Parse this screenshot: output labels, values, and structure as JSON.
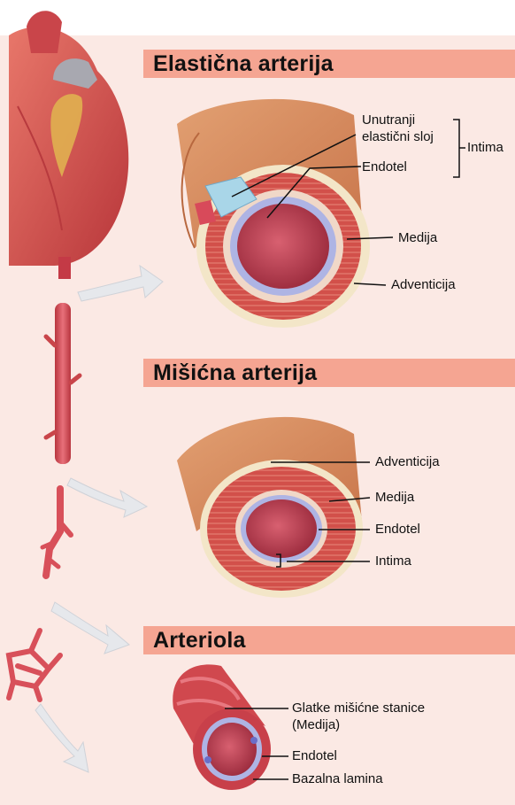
{
  "sections": [
    {
      "title": "Elastična arterija",
      "labels": {
        "inner_elastic_1": "Unutranji",
        "inner_elastic_2": "elastični sloj",
        "intima": "Intima",
        "endotel": "Endotel",
        "medija": "Medija",
        "adventicija": "Adventicija"
      }
    },
    {
      "title": "Mišićna arterija",
      "labels": {
        "adventicija": "Adventicija",
        "medija": "Medija",
        "endotel": "Endotel",
        "intima": "Intima"
      }
    },
    {
      "title": "Arteriola",
      "labels": {
        "glatke_1": "Glatke mišićne stanice",
        "glatke_2": "(Medija)",
        "endotel": "Endotel",
        "bazalna": "Bazalna lamina"
      }
    }
  ],
  "colors": {
    "band": "#f5a592",
    "background_tint": "#fbe9e4",
    "vessel_red": "#d8505a",
    "lumen": "#b53a4c",
    "endothelium": "#9aa6d8",
    "adventitia": "#d98a5c",
    "media": "#cf4b46",
    "elastic_layer": "#a9d6e8",
    "arrow": "#e6e8ec"
  },
  "icons": [
    "heart-illustration",
    "artery-tube",
    "arteriole-branch",
    "capillary-network",
    "flow-arrow"
  ]
}
